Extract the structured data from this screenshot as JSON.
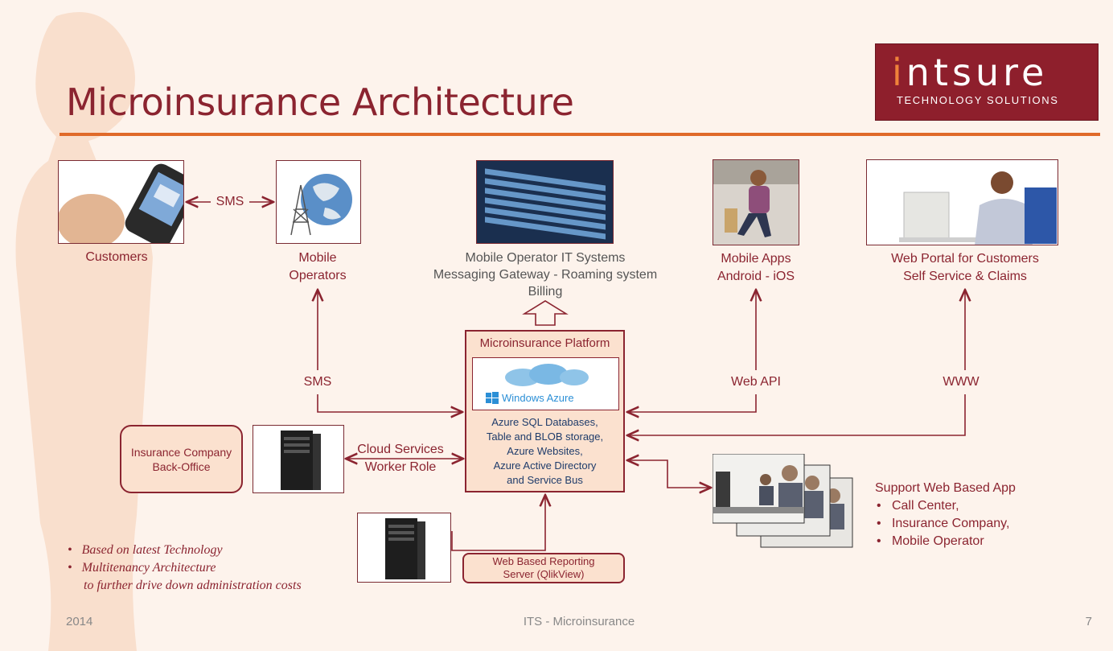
{
  "slide_title": "Microinsurance Architecture",
  "logo": {
    "word_first": "i",
    "word_rest": "ntsure",
    "subtitle": "TECHNOLOGY SOLUTIONS"
  },
  "nodes": {
    "customers": "Customers",
    "mobile_operators": [
      "Mobile",
      "Operators"
    ],
    "operator_it": [
      "Mobile Operator IT Systems",
      "Messaging Gateway - Roaming system",
      "Billing"
    ],
    "mobile_apps": [
      "Mobile Apps",
      "Android - iOS"
    ],
    "web_portal": [
      "Web Portal for Customers",
      "Self Service & Claims"
    ]
  },
  "platform": {
    "title": "Microinsurance Platform",
    "azure_label": "Windows Azure",
    "services": [
      "Azure SQL Databases,",
      "Table and BLOB storage,",
      "Azure Websites,",
      "Azure Active Directory",
      "and Service Bus"
    ]
  },
  "connectors": {
    "sms_top": "SMS",
    "sms_mid": "SMS",
    "web_api": "Web API",
    "www": "WWW",
    "cloud_services": [
      "Cloud Services",
      "Worker Role"
    ]
  },
  "back_office": [
    "Insurance Company",
    "Back-Office"
  ],
  "reporting": [
    "Web Based Reporting",
    "Server (QlikView)"
  ],
  "support": {
    "heading": "Support Web Based App",
    "items": [
      "Call Center,",
      "Insurance Company,",
      "Mobile Operator"
    ]
  },
  "notes": [
    "Based on latest Technology",
    "Multitenancy Architecture",
    "to further drive down administration costs"
  ],
  "footer": {
    "year": "2014",
    "center": "ITS - Microinsurance",
    "page": "7"
  },
  "colors": {
    "accent": "#8b2430",
    "rule": "#e06a2a",
    "logo_bg": "#8e1f2c"
  }
}
